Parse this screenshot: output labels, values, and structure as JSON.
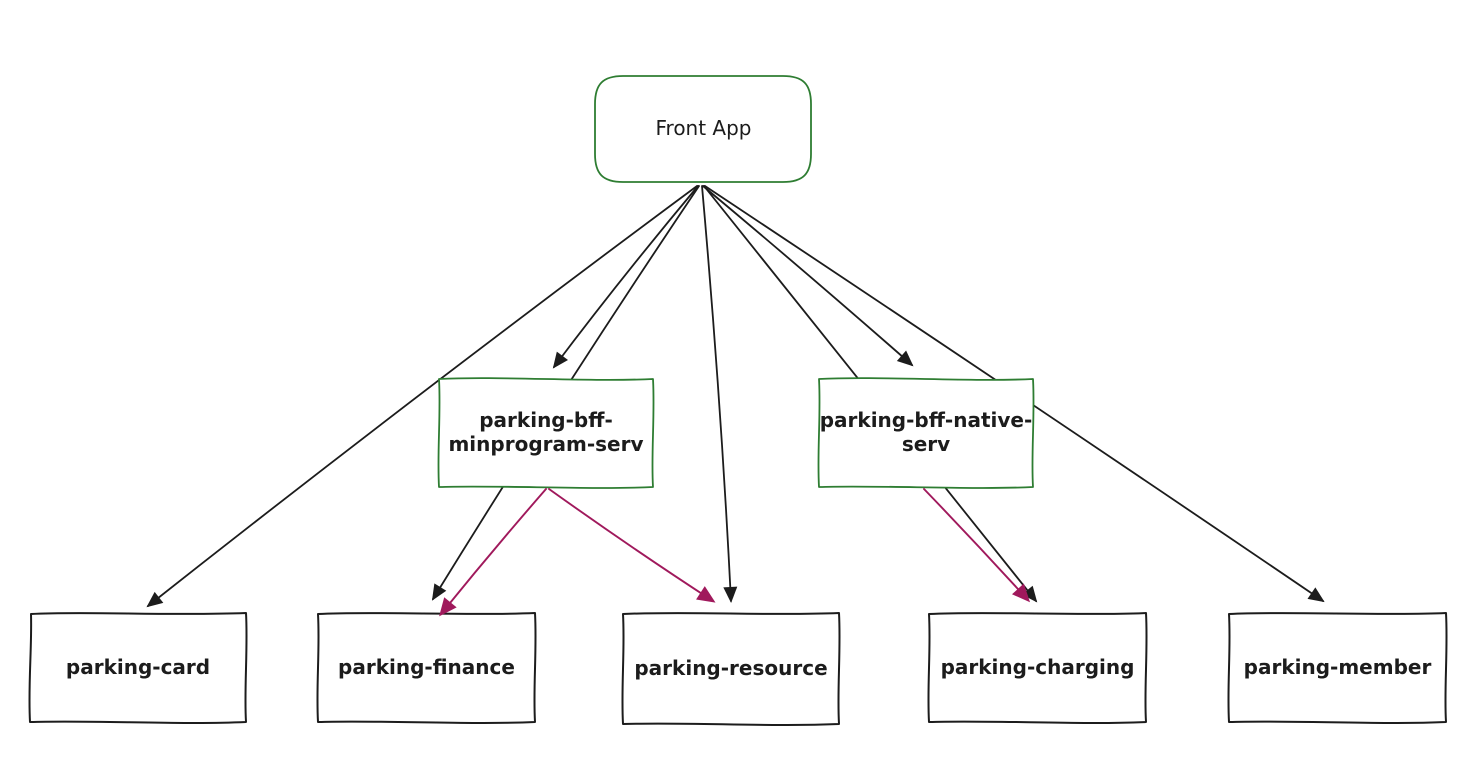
{
  "diagram": {
    "nodes": {
      "front_app": {
        "label": "Front App"
      },
      "bff_minprogram": {
        "label": "parking-bff-\nminprogram-serv"
      },
      "bff_native": {
        "label": "parking-bff-native-\nserv"
      },
      "card": {
        "label": "parking-card"
      },
      "finance": {
        "label": "parking-finance"
      },
      "resource": {
        "label": "parking-resource"
      },
      "charging": {
        "label": "parking-charging"
      },
      "member": {
        "label": "parking-member"
      }
    },
    "edges": [
      {
        "from": "Front App",
        "to": "parking-card",
        "color": "black"
      },
      {
        "from": "Front App",
        "to": "parking-finance",
        "color": "black"
      },
      {
        "from": "Front App",
        "to": "parking-bff-minprogram-serv",
        "color": "black"
      },
      {
        "from": "Front App",
        "to": "parking-resource",
        "color": "black"
      },
      {
        "from": "Front App",
        "to": "parking-bff-native-serv",
        "color": "black"
      },
      {
        "from": "Front App",
        "to": "parking-charging",
        "color": "black"
      },
      {
        "from": "Front App",
        "to": "parking-member",
        "color": "black"
      },
      {
        "from": "parking-bff-minprogram-serv",
        "to": "parking-finance",
        "color": "maroon"
      },
      {
        "from": "parking-bff-minprogram-serv",
        "to": "parking-resource",
        "color": "maroon"
      },
      {
        "from": "parking-bff-native-serv",
        "to": "parking-charging",
        "color": "maroon"
      }
    ],
    "colors": {
      "arrow_black": "#1c1c1c",
      "arrow_maroon": "#a0195c",
      "border_green": "#2e7d32",
      "border_black": "#1c1c1c",
      "node_fill": "#ffffff",
      "background": "#ffffff"
    }
  }
}
